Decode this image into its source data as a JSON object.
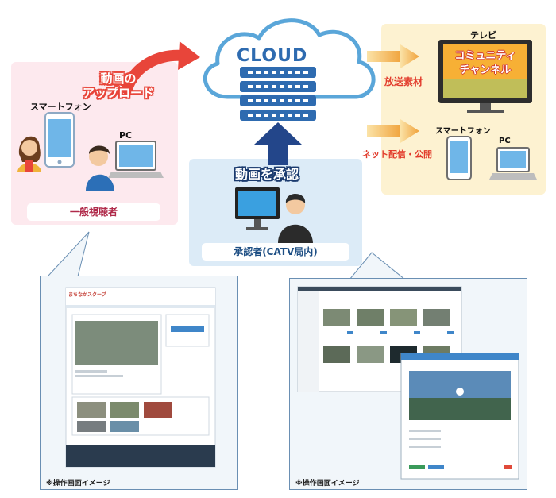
{
  "labels": {
    "cloud": "CLOUD",
    "upload_line1": "動画の",
    "upload_line2": "アップロード",
    "approve": "動画を承認",
    "viewer_smartphone": "スマートフォン",
    "viewer_pc": "PC",
    "viewer_group": "一般視聴者",
    "approver_group": "承認者(CATV局内)",
    "broadcast_material": "放送素材",
    "net_distribution": "ネット配信・公開",
    "tv": "テレビ",
    "tv_line1": "コミュニティ",
    "tv_line2": "チャンネル",
    "out_smartphone": "スマートフォン",
    "out_pc": "PC",
    "caption_left": "※操作画面イメージ",
    "caption_right": "※操作画面イメージ",
    "site_title": "まちなかスクープ"
  },
  "colors": {
    "cloud_outline": "#5aa6d9",
    "cloud_text": "#2e6bb0",
    "server": "#2e6bb0",
    "upload_arrow": "#e8453a",
    "approve_arrow": "#23468a",
    "broadcast_arrow": "#f0a23a",
    "viewer_panel": "#fde9ee",
    "approver_panel": "#dcebf7",
    "output_panel": "#fdf2d1"
  },
  "icons": [
    "cloud-icon",
    "server-icon",
    "smartphone-icon",
    "laptop-icon",
    "tv-icon",
    "person-icon",
    "monitor-icon",
    "arrow-icon"
  ]
}
